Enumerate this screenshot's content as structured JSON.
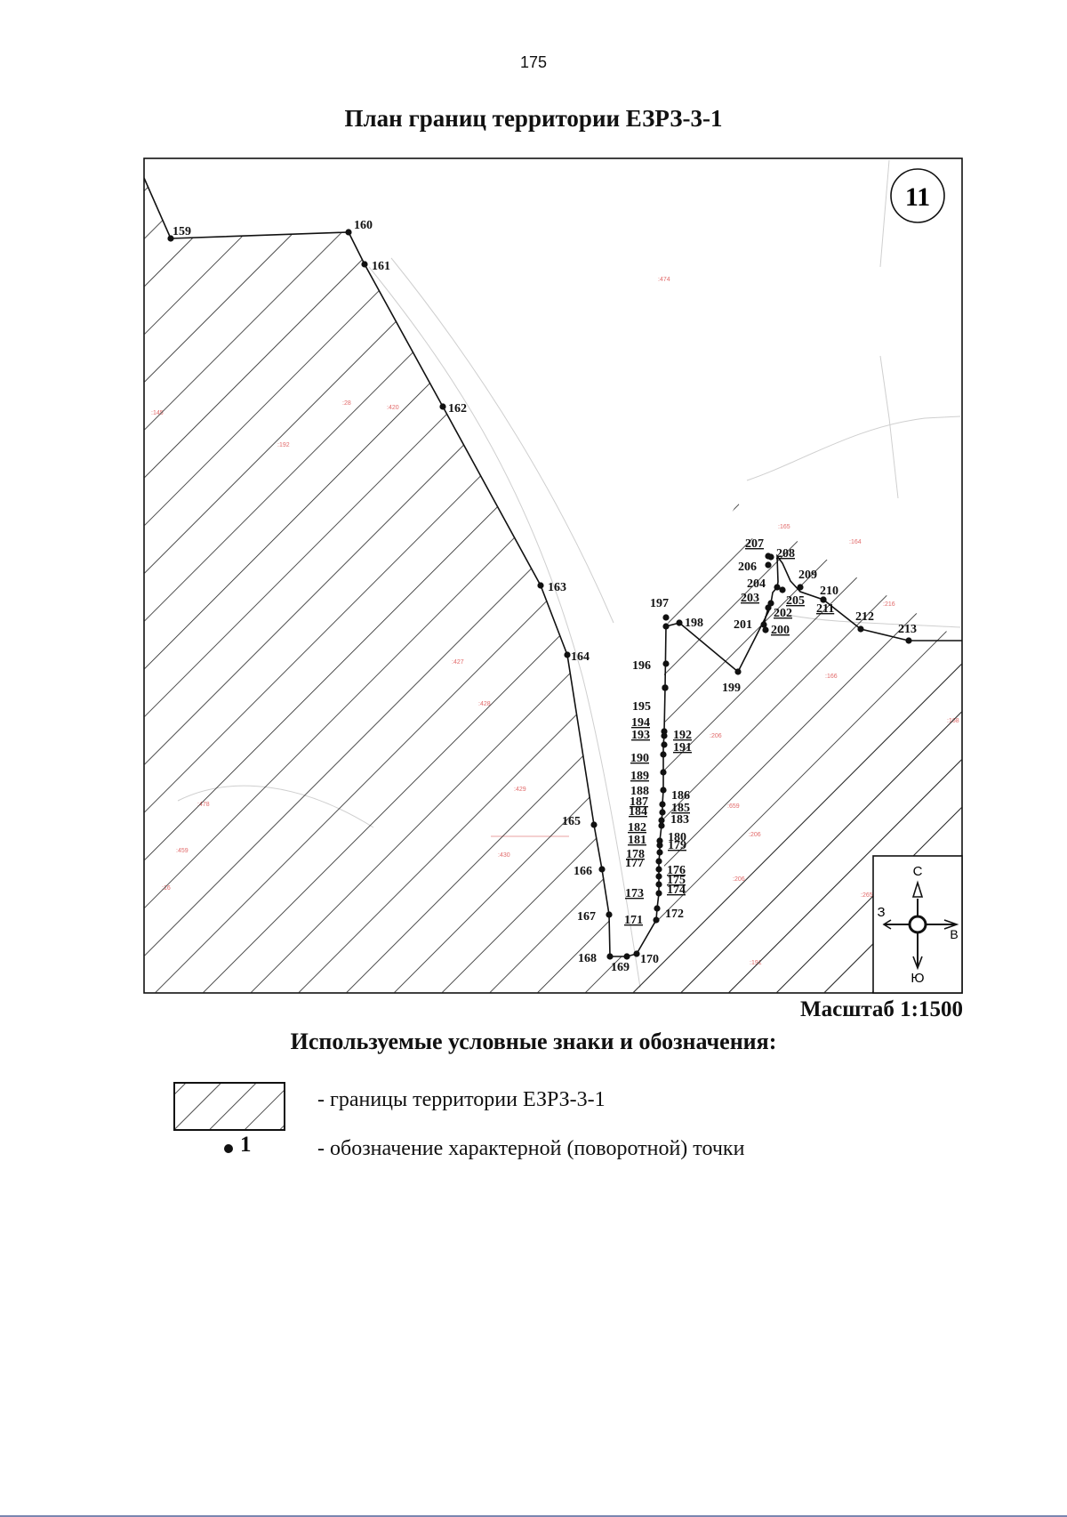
{
  "page_number": "175",
  "title": "План границ территории ЕЗРЗ-3-1",
  "map": {
    "sheet_number": "11",
    "scale": "Масштаб 1:1500",
    "compass": {
      "north": "С",
      "south": "Ю",
      "west": "З",
      "east": "В"
    },
    "points": [
      {
        "id": "159",
        "label": "159"
      },
      {
        "id": "160",
        "label": "160"
      },
      {
        "id": "161",
        "label": "161"
      },
      {
        "id": "162",
        "label": "162"
      },
      {
        "id": "163",
        "label": "163"
      },
      {
        "id": "164",
        "label": "164"
      },
      {
        "id": "165",
        "label": "165"
      },
      {
        "id": "166",
        "label": "166"
      },
      {
        "id": "167",
        "label": "167"
      },
      {
        "id": "168",
        "label": "168"
      },
      {
        "id": "169",
        "label": "169"
      },
      {
        "id": "170",
        "label": "170"
      },
      {
        "id": "171",
        "label": "171"
      },
      {
        "id": "172",
        "label": "172"
      },
      {
        "id": "173",
        "label": "173"
      },
      {
        "id": "174",
        "label": "174"
      },
      {
        "id": "175",
        "label": "175"
      },
      {
        "id": "176",
        "label": "176"
      },
      {
        "id": "177",
        "label": "177"
      },
      {
        "id": "178",
        "label": "178"
      },
      {
        "id": "179",
        "label": "179"
      },
      {
        "id": "180",
        "label": "180"
      },
      {
        "id": "181",
        "label": "181"
      },
      {
        "id": "182",
        "label": "182"
      },
      {
        "id": "183",
        "label": "183"
      },
      {
        "id": "184",
        "label": "184"
      },
      {
        "id": "185",
        "label": "185"
      },
      {
        "id": "186",
        "label": "186"
      },
      {
        "id": "187",
        "label": "187"
      },
      {
        "id": "188",
        "label": "188"
      },
      {
        "id": "189",
        "label": "189"
      },
      {
        "id": "190",
        "label": "190"
      },
      {
        "id": "191",
        "label": "191"
      },
      {
        "id": "192",
        "label": "192"
      },
      {
        "id": "193",
        "label": "193"
      },
      {
        "id": "194",
        "label": "194"
      },
      {
        "id": "195",
        "label": "195"
      },
      {
        "id": "196",
        "label": "196"
      },
      {
        "id": "197",
        "label": "197"
      },
      {
        "id": "198",
        "label": "198"
      },
      {
        "id": "199",
        "label": "199"
      },
      {
        "id": "200",
        "label": "200"
      },
      {
        "id": "201",
        "label": "201"
      },
      {
        "id": "202",
        "label": "202"
      },
      {
        "id": "203",
        "label": "203"
      },
      {
        "id": "204",
        "label": "204"
      },
      {
        "id": "205",
        "label": "205"
      },
      {
        "id": "206",
        "label": "206"
      },
      {
        "id": "207",
        "label": "207"
      },
      {
        "id": "208",
        "label": "208"
      },
      {
        "id": "209",
        "label": "209"
      },
      {
        "id": "210",
        "label": "210"
      },
      {
        "id": "211",
        "label": "211"
      },
      {
        "id": "212",
        "label": "212"
      },
      {
        "id": "213",
        "label": "213"
      }
    ]
  },
  "legend": {
    "heading": "Используемые условные знаки и обозначения:",
    "items": [
      {
        "symbol": "hatched-area",
        "text": "- границы территории ЕЗРЗ-3-1"
      },
      {
        "symbol": "point",
        "symbol_label": "1",
        "text": "- обозначение характерной (поворотной) точки"
      }
    ]
  }
}
